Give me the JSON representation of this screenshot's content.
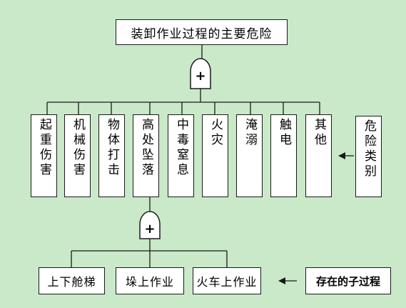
{
  "diagram": {
    "title": "装卸作业过程的主要危险",
    "gate_symbol": "+",
    "hazards": [
      {
        "label": "起重伤害"
      },
      {
        "label": "机械伤害"
      },
      {
        "label": "物体打击"
      },
      {
        "label": "高处坠落"
      },
      {
        "label": "中毒窒息"
      },
      {
        "label": "火灾"
      },
      {
        "label": "淹溺"
      },
      {
        "label": "触电"
      },
      {
        "label": "其他"
      }
    ],
    "category_label": "危险类别",
    "subprocesses": [
      {
        "label": "上下舱梯"
      },
      {
        "label": "垛上作业"
      },
      {
        "label": "火车上作业"
      }
    ],
    "subprocess_legend": "存在的子过程"
  },
  "colors": {
    "background": "#c9e9c9",
    "box": "#ffffff",
    "line": "#1a1a1a"
  }
}
